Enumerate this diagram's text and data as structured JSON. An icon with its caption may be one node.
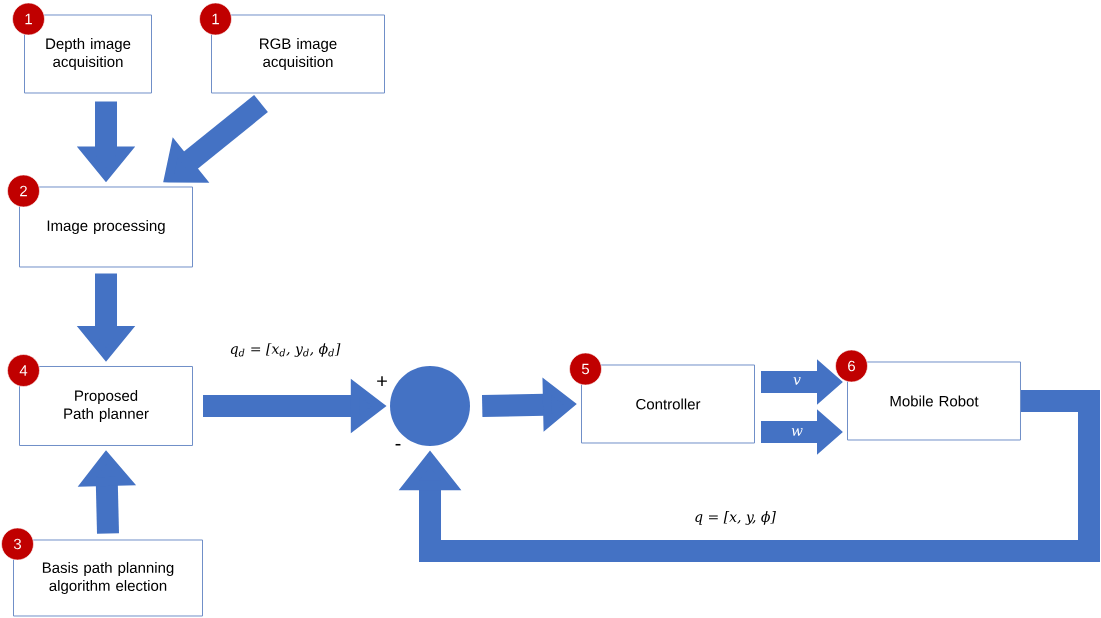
{
  "diagram": {
    "nodes": [
      {
        "text": [
          "1",
          "Depth image acquisition"
        ]
      },
      {
        "text": [
          "1",
          "RGB image acquisition"
        ]
      },
      {
        "text": [
          "2",
          "Image processing"
        ]
      },
      {
        "text": [
          "4",
          "Proposed Path planner"
        ]
      },
      {
        "text": [
          "3",
          "Basis path planning algorithm election"
        ]
      },
      {
        "text": [],
        "shape": "circle"
      },
      {
        "text": [
          "5",
          "Controller"
        ]
      },
      {
        "text": [
          "6",
          "Mobile Robot"
        ]
      }
    ],
    "edges": [
      {
        "from": 0,
        "to": 2,
        "arrow": "to"
      },
      {
        "from": 1,
        "to": 2,
        "arrow": "to"
      },
      {
        "from": 2,
        "to": 3,
        "arrow": "to"
      },
      {
        "from": 4,
        "to": 3,
        "arrow": "to"
      },
      {
        "from": 3,
        "to": 5,
        "arrow": "to",
        "label": "q$_{d}$ = [x$_{d}$, y$_{d}$, ϕ$_{d}$]"
      },
      {
        "from": 5,
        "to": 6,
        "arrow": "to"
      },
      {
        "from": 6,
        "to": 7,
        "arrow": "to",
        "label": "v"
      },
      {
        "from": 6,
        "to": 7,
        "arrow": "to",
        "label": "w"
      },
      {
        "from": 7,
        "to": 5,
        "arrow": "to",
        "label": "q = [x, y, ϕ]"
      }
    ],
    "labels": [
      "+",
      "-"
    ]
  }
}
